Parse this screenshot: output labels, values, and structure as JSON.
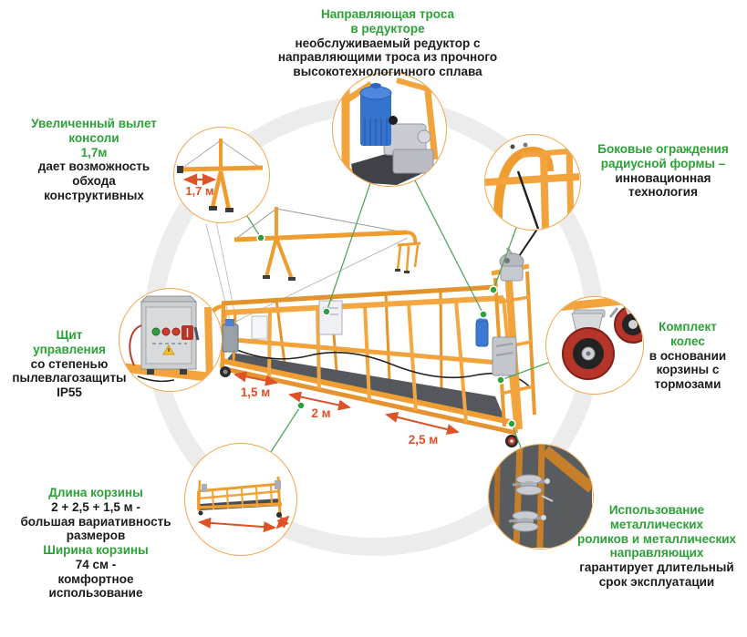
{
  "palette": {
    "accent_green": "#2aa235",
    "text_black": "#1b1b1b",
    "structure_orange": "#f2a33c",
    "dimension_red": "#dd5227",
    "ring_gray": "#ececec"
  },
  "annotations": {
    "top": {
      "title": "Направляющая троса\nв редукторе",
      "body": "необслуживаемый редуктор с\nнаправляющими троса из прочного\nвысокотехнологичного сплава"
    },
    "console": {
      "title": "Увеличенный вылет\nконсоли\n1,7м",
      "body": "дает возможность\nобхода\nконструктивных"
    },
    "rails": {
      "title": "Боковые ограждения\nрадиусной формы –",
      "body": "инновационная\nтехнология"
    },
    "panel": {
      "title": "Щит\nуправления",
      "body": "со степенью\nпылевлагозащиты\nIP55"
    },
    "wheels": {
      "title": "Комплект\nколес",
      "body": "в основании\nкорзины с\nтормозами"
    },
    "basket": {
      "title1": "Длина корзины",
      "body1": "2 + 2,5 + 1,5 м -\nбольшая вариативность\nразмеров",
      "title2": "Ширина корзины",
      "body2": "74 см -\nкомфортное\nиспользование"
    },
    "rollers": {
      "title": "Использование\nметаллических\nроликов и металлических\nнаправляющих",
      "body": "гарантирует длительный\nсрок эксплуатации"
    }
  },
  "dimensions": {
    "console_reach": "1,7 м",
    "section_1": "1,5 м",
    "section_2": "2 м",
    "section_3": "2,5 м"
  }
}
